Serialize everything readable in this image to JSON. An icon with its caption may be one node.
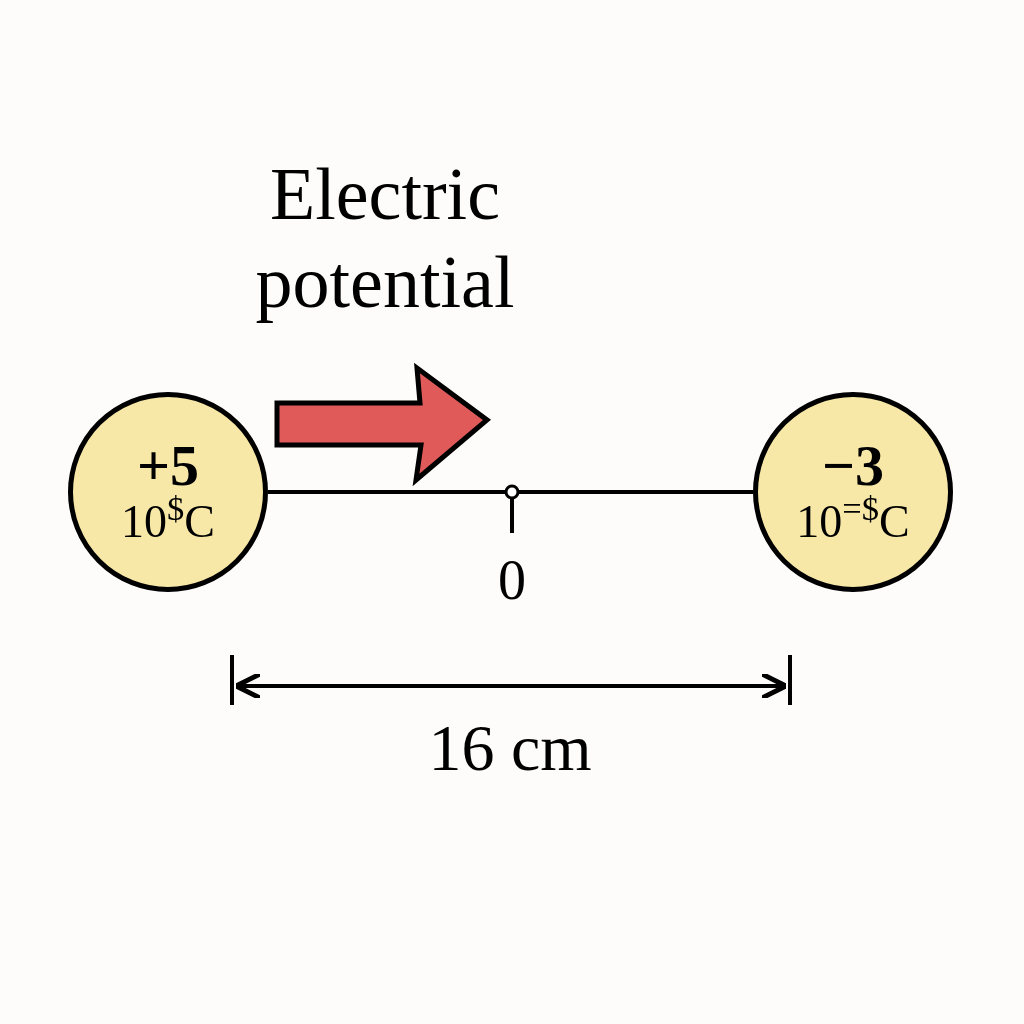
{
  "diagram": {
    "nodes": [
      {
        "text": [
          "+5",
          "10$^{$}$C"
        ]
      },
      {
        "text": [
          "−3",
          "10$^{=$}$C"
        ]
      }
    ],
    "edges": [
      {
        "from": 0,
        "to": 1,
        "arrow": "none"
      }
    ],
    "labels": [
      "Electric potential",
      "0",
      "16 cm"
    ]
  }
}
